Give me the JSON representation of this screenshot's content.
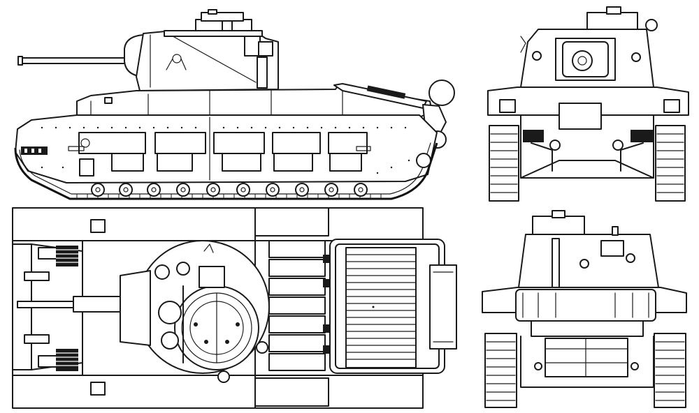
{
  "drawing": {
    "views": [
      "side-elevation",
      "plan-view",
      "front-elevation",
      "rear-elevation"
    ],
    "colors": {
      "ink": "#1a1a1a",
      "paper": "#ffffff"
    }
  }
}
